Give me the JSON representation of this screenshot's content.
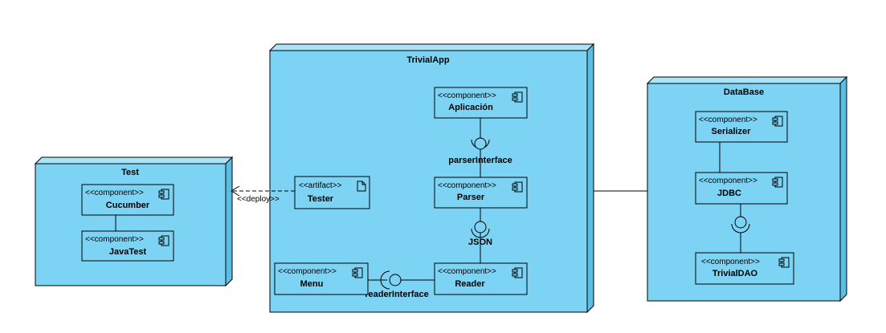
{
  "nodes": {
    "test": {
      "title": "Test"
    },
    "trivialapp": {
      "title": "TrivialApp"
    },
    "database": {
      "title": "DataBase"
    }
  },
  "components": {
    "cucumber": {
      "stereotype": "<<component>>",
      "name": "Cucumber"
    },
    "javatest": {
      "stereotype": "<<component>>",
      "name": "JavaTest"
    },
    "aplicacion": {
      "stereotype": "<<component>>",
      "name": "Aplicación"
    },
    "parser": {
      "stereotype": "<<component>>",
      "name": "Parser"
    },
    "reader": {
      "stereotype": "<<component>>",
      "name": "Reader"
    },
    "menu": {
      "stereotype": "<<component>>",
      "name": "Menu"
    },
    "serializer": {
      "stereotype": "<<component>>",
      "name": "Serializer"
    },
    "jdbc": {
      "stereotype": "<<component>>",
      "name": "JDBC"
    },
    "trivialdao": {
      "stereotype": "<<component>>",
      "name": "TrivialDAO"
    }
  },
  "artifacts": {
    "tester": {
      "stereotype": "<<artifact>>",
      "name": "Tester"
    }
  },
  "interfaces": {
    "parser_interface": "parserInterface",
    "json": "JSON",
    "reader_interface": "readerInterface"
  },
  "relations": {
    "deploy": "<<deploy>>"
  },
  "colors": {
    "node_fill": "#7dd3f3",
    "node_top": "#a9e4f8",
    "node_side": "#5bbde3",
    "component_fill": "#7dd3f3",
    "stroke": "#000000"
  }
}
